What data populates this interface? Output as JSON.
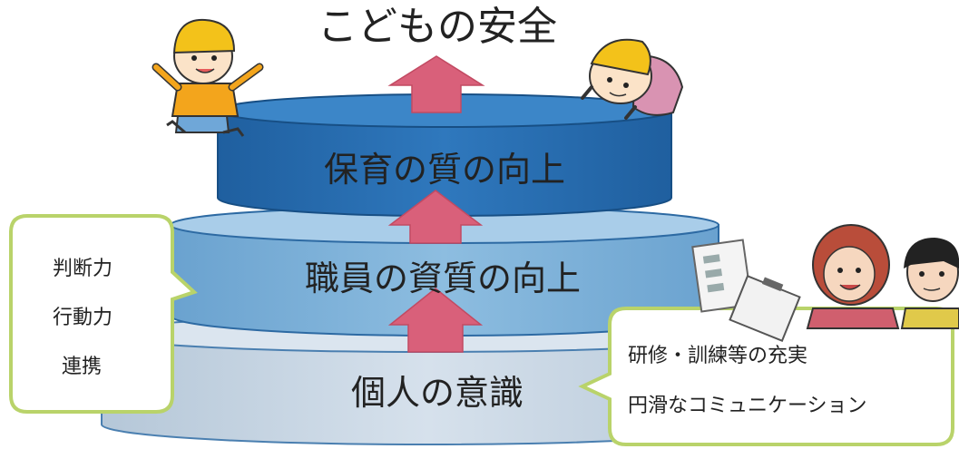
{
  "diagram": {
    "top_goal": "こどもの安全",
    "tiers": [
      {
        "label": "保育の質の向上",
        "color": "#2d6fb0"
      },
      {
        "label": "職員の資質の向上",
        "color": "#7fb2d8"
      },
      {
        "label": "個人の意識",
        "color": "#c9d6e3"
      }
    ],
    "arrow_color": "#d9607a",
    "bubble_border_color": "#b9d36a",
    "left_bubble": {
      "lines": [
        "判断力",
        "行動力",
        "連携"
      ]
    },
    "right_bubble": {
      "lines": [
        "研修・訓練等の充実",
        "円滑なコミュニケーション"
      ]
    }
  }
}
